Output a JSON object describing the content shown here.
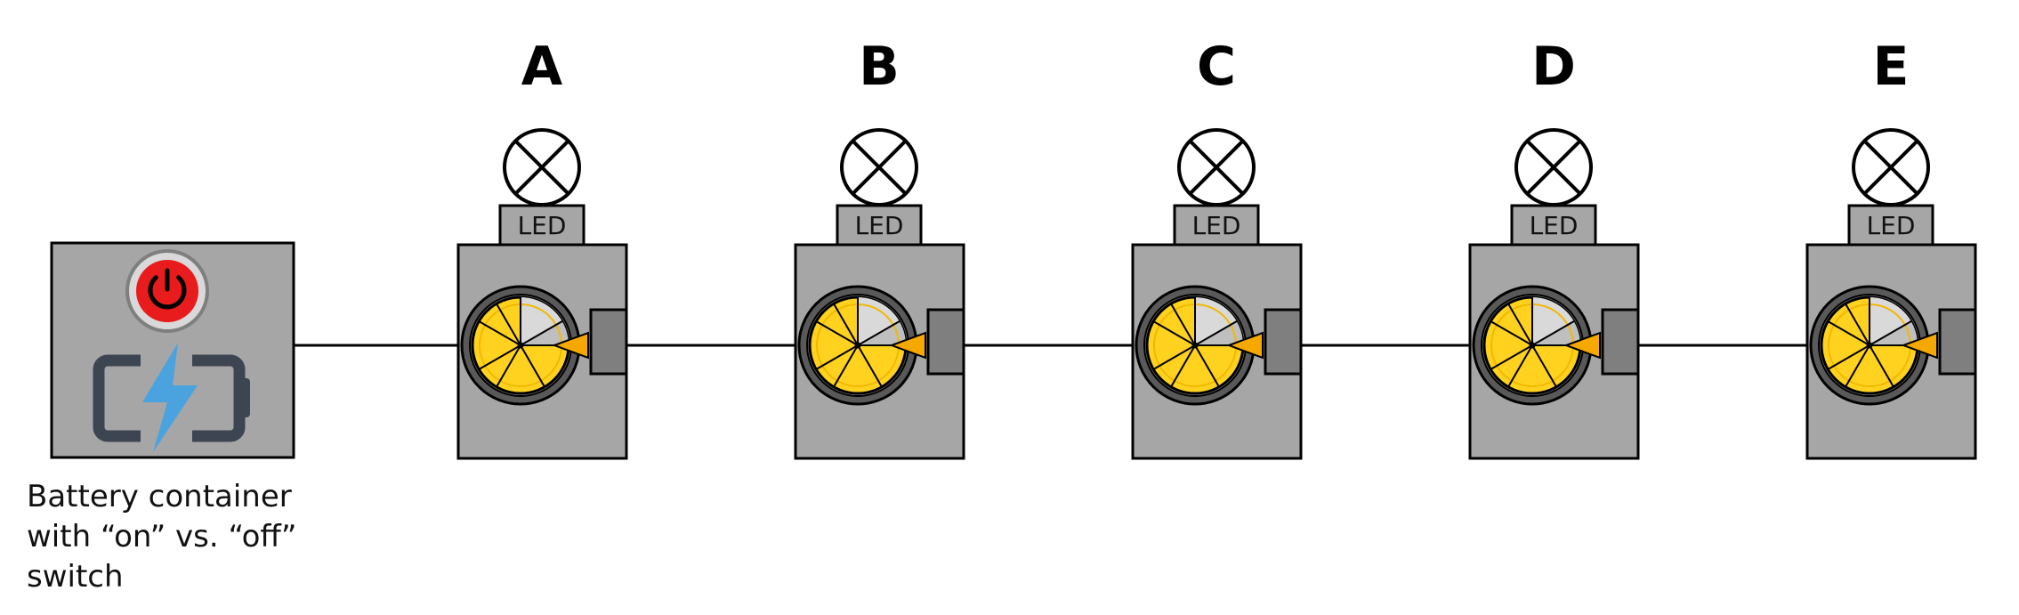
{
  "battery": {
    "caption_lines": [
      "Battery container",
      "with “on” vs. “off”",
      "switch"
    ],
    "icons": [
      "power-icon",
      "battery-charging-icon"
    ]
  },
  "modules": [
    {
      "letter": "A",
      "led_label": "LED"
    },
    {
      "letter": "B",
      "led_label": "LED"
    },
    {
      "letter": "C",
      "led_label": "LED"
    },
    {
      "letter": "D",
      "led_label": "LED"
    },
    {
      "letter": "E",
      "led_label": "LED"
    }
  ],
  "colors": {
    "box_fill": "#a6a6a6",
    "power_red": "#e81c1c",
    "bolt_blue": "#4aa3df",
    "lemon_yellow": "#ffd21f",
    "arrow_orange": "#f5a800"
  }
}
